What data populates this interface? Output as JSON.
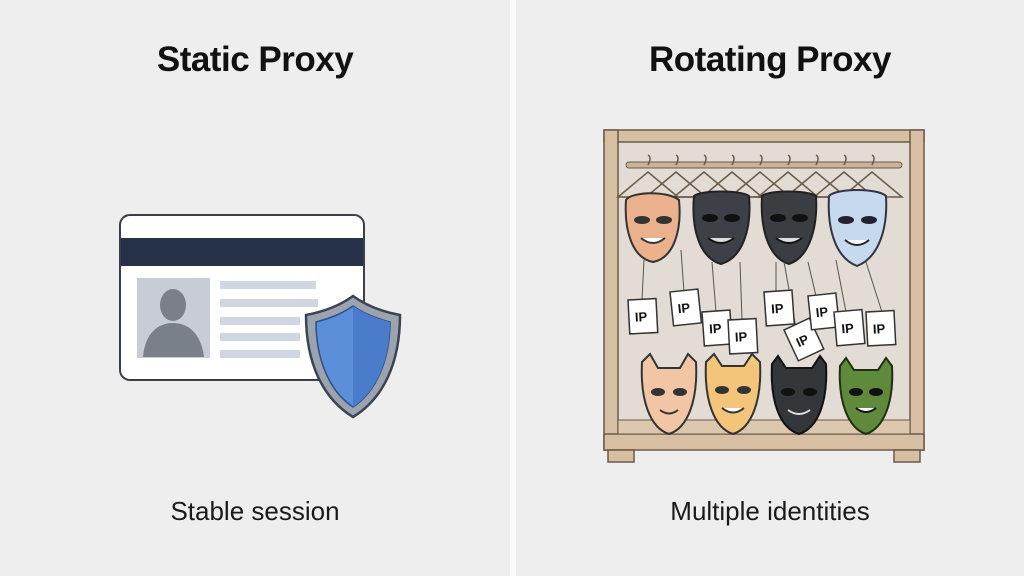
{
  "left_panel": {
    "title": "Static Proxy",
    "caption": "Stable session",
    "icons": [
      "id-card-icon",
      "avatar-icon",
      "shield-icon"
    ]
  },
  "right_panel": {
    "title": "Rotating Proxy",
    "caption": "Multiple identities",
    "tag_label": "IP",
    "icons": [
      "wardrobe-icon",
      "mask-icon",
      "hanger-icon",
      "ip-tag-icon"
    ]
  },
  "colors": {
    "background": "#efeeee",
    "card_header": "#263248",
    "shield_blue": "#5b8fd9",
    "wardrobe_wood": "#d6bfa3"
  }
}
